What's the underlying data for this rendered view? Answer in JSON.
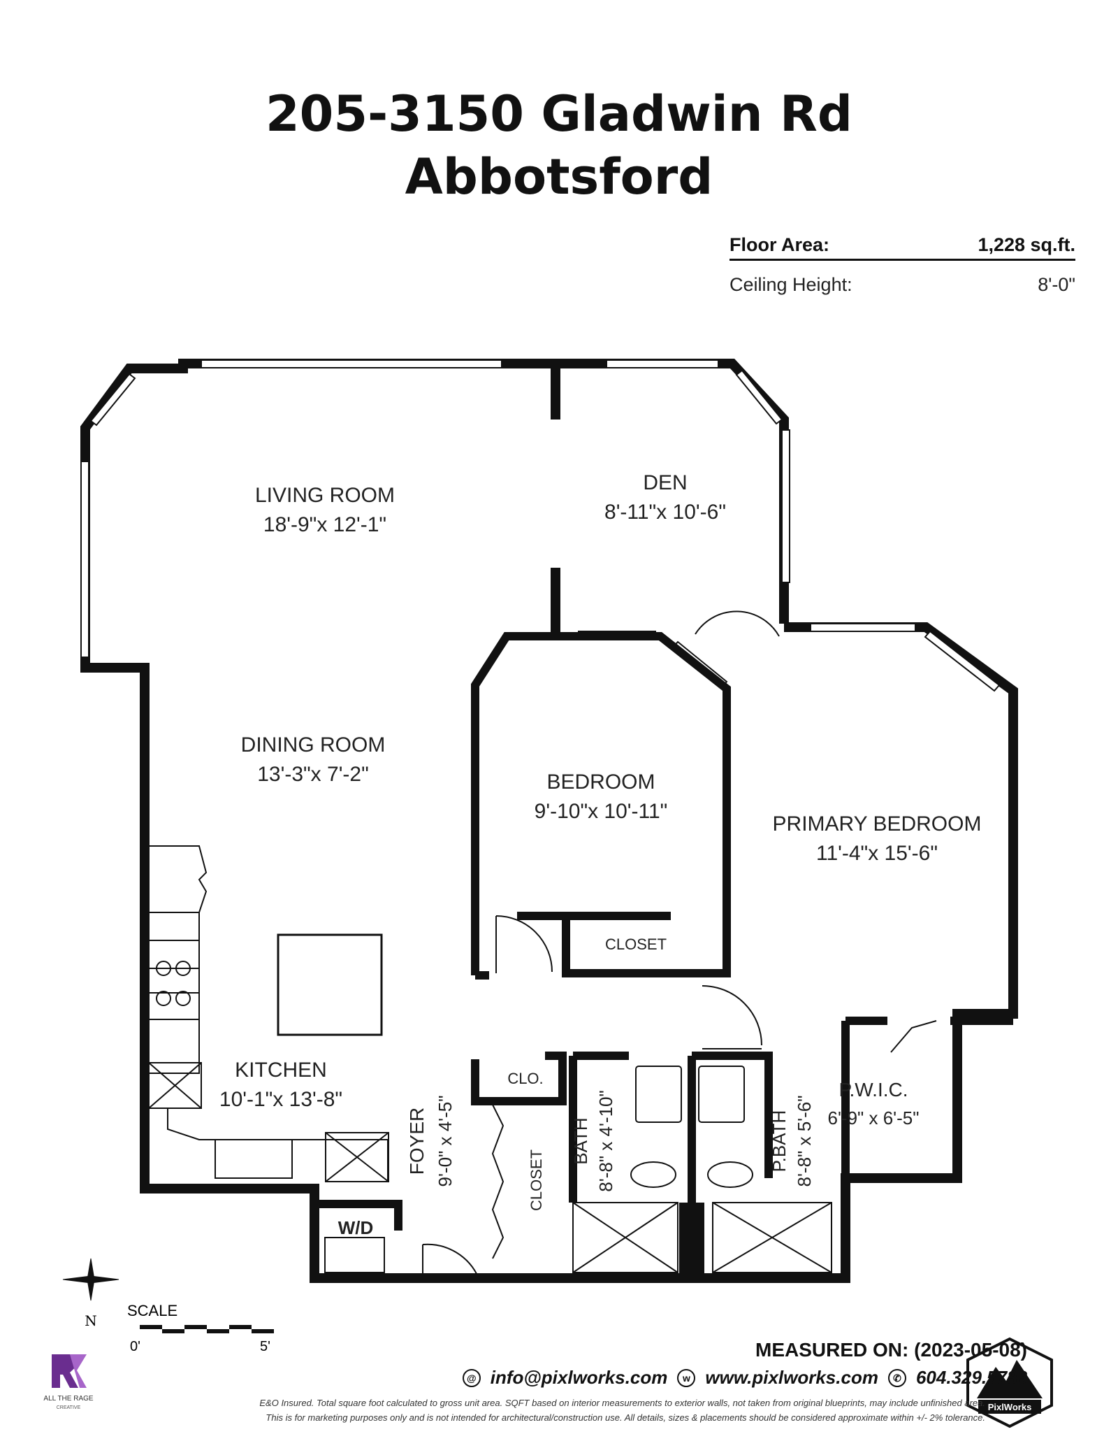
{
  "header": {
    "title_line1": "205-3150 Gladwin Rd",
    "title_line2": "Abbotsford"
  },
  "stats": {
    "floor_area_label": "Floor Area:",
    "floor_area_value": "1,228 sq.ft.",
    "ceiling_label": "Ceiling Height:",
    "ceiling_value": "8'-0\""
  },
  "rooms": {
    "living_name": "LIVING ROOM",
    "living_dims": "18'-9\"x 12'-1\"",
    "den_name": "DEN",
    "den_dims": "8'-11\"x 10'-6\"",
    "dining_name": "DINING ROOM",
    "dining_dims": "13'-3\"x  7'-2\"",
    "bedroom_name": "BEDROOM",
    "bedroom_dims": "9'-10\"x 10'-11\"",
    "primary_name": "PRIMARY BEDROOM",
    "primary_dims": "11'-4\"x 15'-6\"",
    "closet_label": "CLOSET",
    "kitchen_name": "KITCHEN",
    "kitchen_dims": "10'-1\"x 13'-8\"",
    "foyer_label": "FOYER",
    "foyer_dims": "9'-0\" x 4'-5\"",
    "clo_label": "CLO.",
    "closet2_label": "CLOSET",
    "bath_label": "BATH",
    "bath_dims": "8'-8\" x 4'-10\"",
    "pbath_label": "P.BATH",
    "pbath_dims": "8'-8\" x 5'-6\"",
    "pwic_label": "P.W.I.C.",
    "pwic_dims": "6'-9\"  x  6'-5\"",
    "wd_label": "W/D"
  },
  "compass": {
    "north": "N"
  },
  "scale": {
    "label": "SCALE",
    "start": "0'",
    "end": "5'"
  },
  "footer": {
    "measured": "MEASURED ON: (2023-05-08)",
    "email": "info@pixlworks.com",
    "website": "www.pixlworks.com",
    "phone": "604.329.5788",
    "disclaimer1": "E&O Insured.  Total square foot calculated to gross unit area. SQFT based on interior measurements to exterior walls, not taken from original blueprints, may include unfinished area.",
    "disclaimer2": "This is for marketing purposes only and is not intended for architectural/construction use.  All details, sizes & placements should be considered approximate within +/- 2%  tolerance."
  },
  "logos": {
    "left_logo_text": "ALL THE RAGE",
    "left_logo_sub": "CREATIVE",
    "right_logo_text": "PixlWorks"
  },
  "colors": {
    "wall": "#111111",
    "text": "#222222",
    "accent_logo": "#6a2d8f"
  }
}
